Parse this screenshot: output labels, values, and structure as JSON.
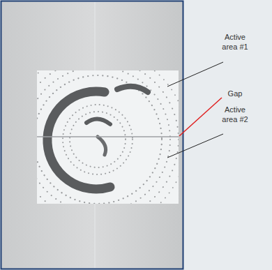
{
  "diagram": {
    "labels": [
      "Active area #1",
      "Gap",
      "Active area #2"
    ]
  }
}
